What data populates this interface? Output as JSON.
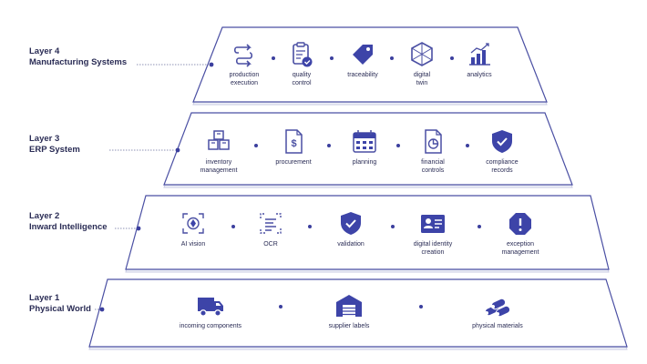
{
  "colors": {
    "accent": "#3b3f9e",
    "accent_fill": "#3d44a8",
    "stroke": "#4a4fa3",
    "text": "#2a2c55"
  },
  "layers": [
    {
      "title": "Layer 4",
      "name": "Manufacturing Systems",
      "items": [
        {
          "label": "production\nexecution",
          "icon": "flow-arrows-icon"
        },
        {
          "label": "quality\ncontrol",
          "icon": "clipboard-check-icon"
        },
        {
          "label": "traceability",
          "icon": "tag-icon"
        },
        {
          "label": "digital\ntwin",
          "icon": "cube-icon"
        },
        {
          "label": "analytics",
          "icon": "bar-chart-icon"
        }
      ]
    },
    {
      "title": "Layer 3",
      "name": "ERP System",
      "items": [
        {
          "label": "inventory\nmanagement",
          "icon": "boxes-icon"
        },
        {
          "label": "procurement",
          "icon": "invoice-dollar-icon"
        },
        {
          "label": "planning",
          "icon": "calendar-icon"
        },
        {
          "label": "financial\ncontrols",
          "icon": "document-pie-icon"
        },
        {
          "label": "compliance\nrecords",
          "icon": "shield-check-icon"
        }
      ]
    },
    {
      "title": "Layer 2",
      "name": "Inward Intelligence",
      "items": [
        {
          "label": "AI vision",
          "icon": "scan-eye-icon"
        },
        {
          "label": "OCR",
          "icon": "scan-text-icon"
        },
        {
          "label": "validation",
          "icon": "shield-check-icon"
        },
        {
          "label": "digital identity\ncreation",
          "icon": "id-card-icon"
        },
        {
          "label": "exception\nmanagement",
          "icon": "alert-octagon-icon"
        }
      ]
    },
    {
      "title": "Layer 1",
      "name": "Physical World",
      "items": [
        {
          "label": "incoming components",
          "icon": "truck-icon"
        },
        {
          "label": "supplier labels",
          "icon": "warehouse-icon"
        },
        {
          "label": "physical materials",
          "icon": "pipes-icon"
        }
      ]
    }
  ]
}
